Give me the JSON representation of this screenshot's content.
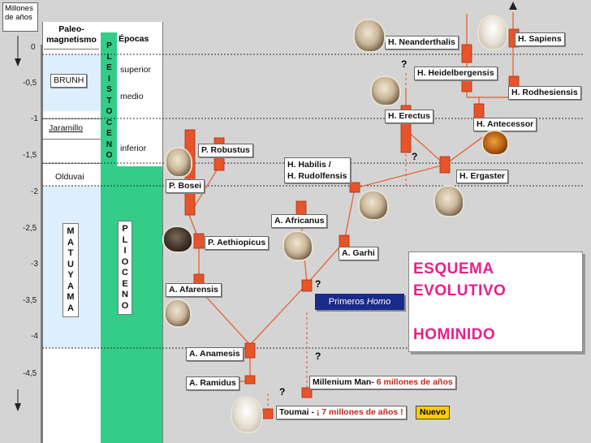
{
  "axis": {
    "title": "Millones de años",
    "ticks": [
      "0",
      "-0,5",
      "-1",
      "-1,5",
      "-2",
      "-2,5",
      "-3",
      "-3,5",
      "-4",
      "-4,5"
    ]
  },
  "columns": {
    "paleo_header": "Paleo-magnetismo",
    "epocas_header": "Épocas",
    "brunh": "BRUNH",
    "jaramillo": "Jaramillo",
    "olduvai": "Olduvai",
    "matuyama": "MATUYAMA",
    "pleistoceno": "PLEISTOCENO",
    "plioceno": "PLIOCENO",
    "superior": "superior",
    "medio": "medio",
    "inferior": "inferior"
  },
  "species": {
    "neanderthalis": "H. Neanderthalis",
    "sapiens": "H. Sapiens",
    "heidelbergensis": "H. Heidelbergensis",
    "rodhesiensis": "H. Rodhesiensis",
    "erectus": "H. Erectus",
    "antecessor": "H. Antecessor",
    "robustus": "P. Robustus",
    "habilis": "H. Habilis /",
    "rudolfensis": "H. Rudolfensis",
    "ergaster": "H. Ergaster",
    "bosei": "P. Bosei",
    "africanus": "A. Africanus",
    "aethiopicus": "P. Aethiopicus",
    "garhi": "A. Garhi",
    "afarensis": "A. Afarensis",
    "anamesis": "A. Anamesis",
    "ramidus": "A. Ramidus"
  },
  "notes": {
    "primeros_prefix": "Primeros ",
    "primeros_italic": "Homo",
    "millenium_prefix": "Millenium Man- ",
    "millenium_highlight": "6 millones de años",
    "toumai_prefix": "Toumai - ",
    "toumai_highlight": "¡ 7 millones de años !",
    "nuevo": "Nuevo",
    "question": "?"
  },
  "title_box": {
    "line1": "ESQUEMA",
    "line2": "EVOLUTIVO",
    "line3": "HOMINIDO"
  },
  "colors": {
    "bar": "#e8542a",
    "line": "#e36b40",
    "green": "#33cc88",
    "title_text": "#e8208a",
    "primeros_bg": "#1a2a8a",
    "nuevo_bg": "#ffcc00"
  }
}
